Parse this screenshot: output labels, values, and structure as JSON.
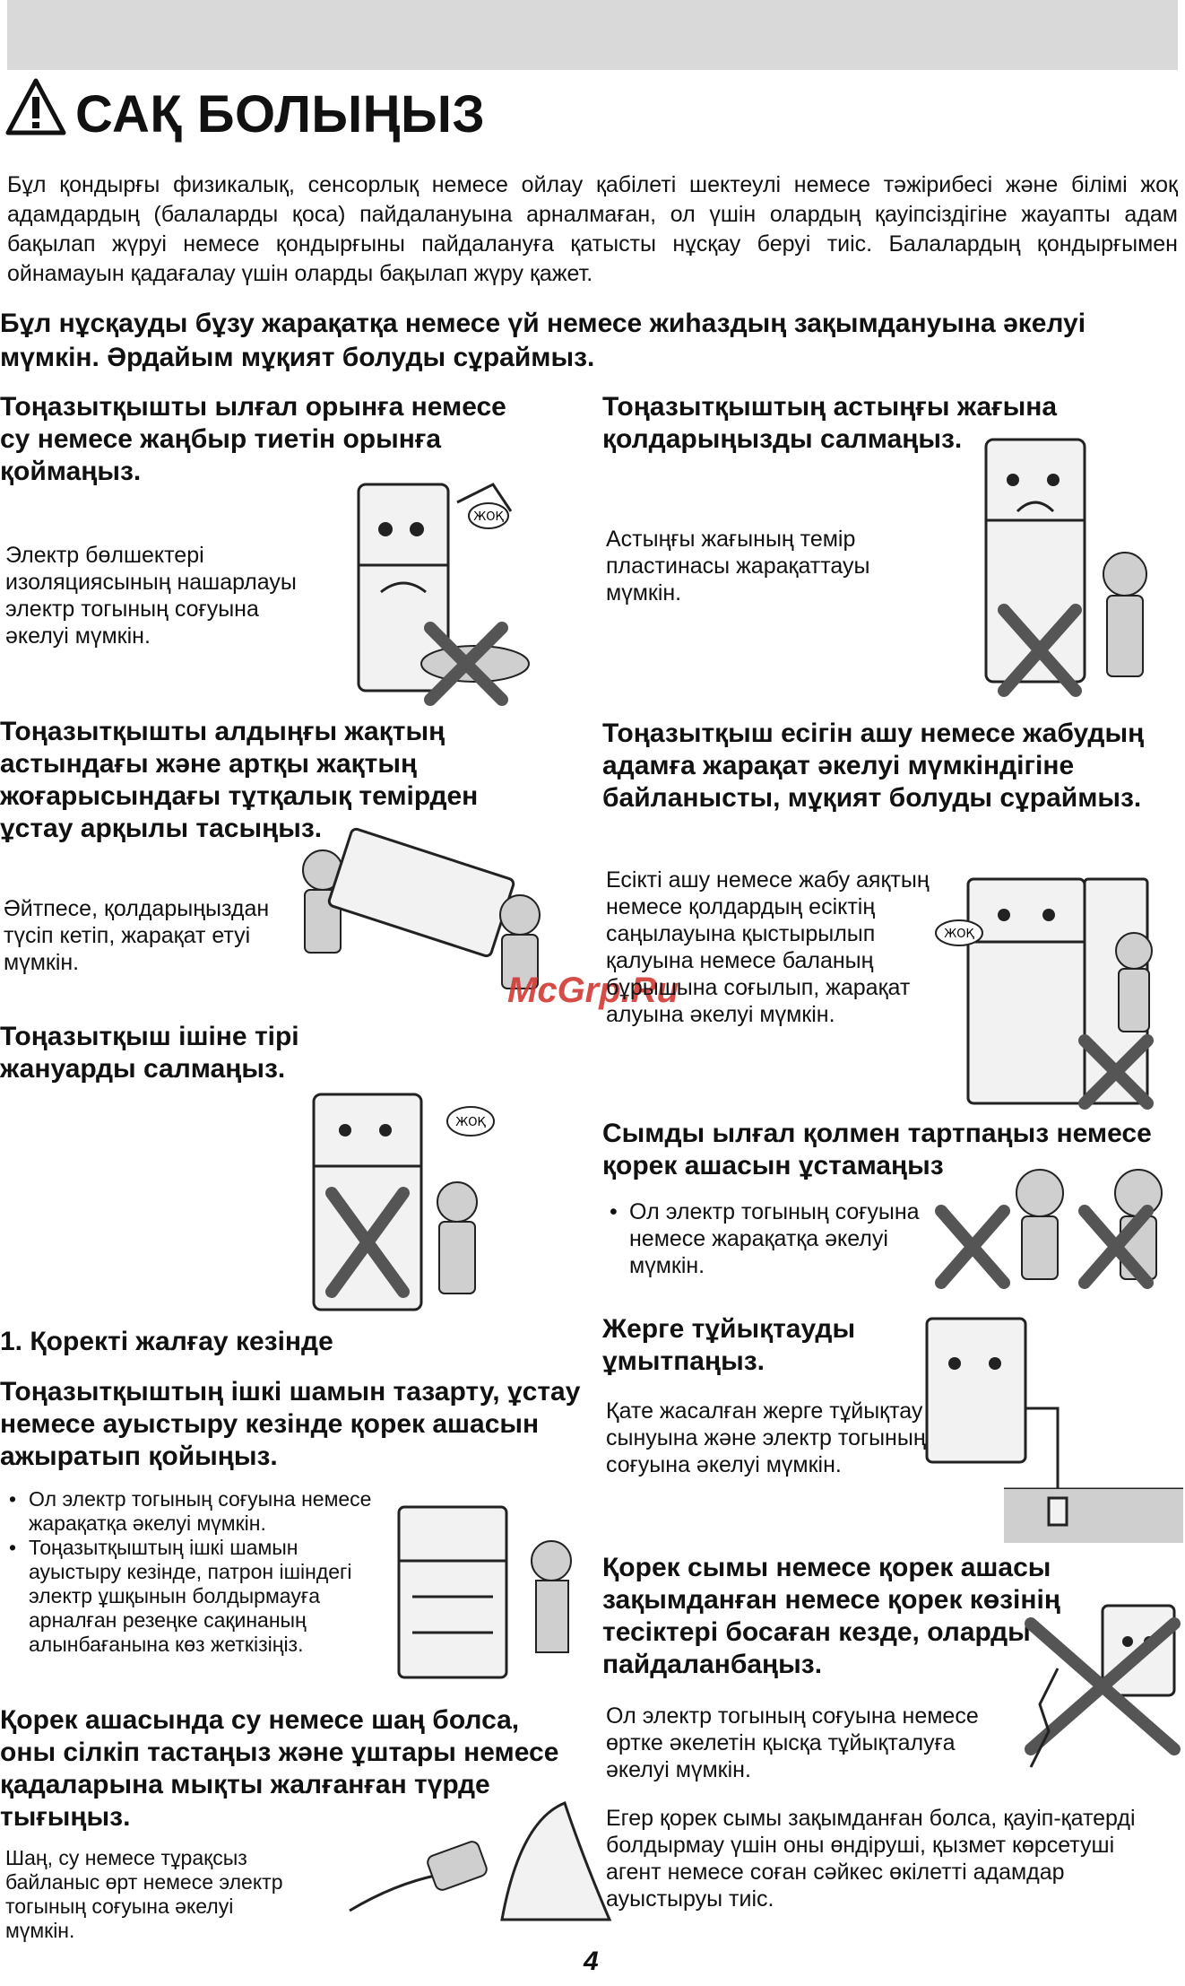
{
  "header": {
    "title": "САҚ БОЛЫҢЫЗ"
  },
  "intro": "Бұл қондырғы физикалық, сенсорлық немесе ойлау қабілеті шектеулі немесе тәжірибесі және білімі жоқ адамдардың (балаларды қоса) пайдалануына арналмаған, ол үшін олардың қауіпсіздігіне жауапты адам бақылап жүруі немесе қондырғыны пайдалануға қатысты нұсқау беруі тиіс. Балалардың қондырғымен ойнамауын қадағалау үшін оларды бақылап жүру қажет.",
  "bold_note": "Бұл нұсқауды бұзу жарақатқа немесе үй немесе жиһаздың зақымдануына әкелуі мүмкін. Әрдайым мұқият болуды сұраймыз.",
  "left": {
    "s1": {
      "heading": "Тоңазытқышты ылғал орынға немесе су немесе жаңбыр тиетін орынға қоймаңыз.",
      "text": "Электр бөлшектері изоляциясының нашарлауы электр тогының соғуына әкелуі мүмкін.",
      "badge": "ЖОҚ"
    },
    "s2": {
      "heading": "Тоңазытқышты алдыңғы жақтың астындағы және артқы жақтың жоғарысындағы тұтқалық темірден ұстау арқылы тасыңыз.",
      "text": "Әйтпесе, қолдарыңыздан түсіп кетіп, жарақат етуі мүмкін."
    },
    "s3": {
      "heading": "Тоңазытқыш ішіне тірі жануарды салмаңыз.",
      "badge": "ЖОҚ"
    },
    "s4": {
      "numbered": "1. Қоректі жалғау кезінде",
      "heading": "Тоңазытқыштың ішкі шамын тазарту, ұстау немесе ауыстыру кезінде қорек ашасын ажыратып қойыңыз.",
      "bullets": [
        "Ол электр тогының соғуына немесе жарақатқа әкелуі мүмкін.",
        "Тоңазытқыштың ішкі шамын ауыстыру кезінде, патрон ішіндегі электр ұшқынын болдырмауға арналған резеңке сақинаның алынбағанына көз жеткізіңіз."
      ]
    },
    "s5": {
      "heading": "Қорек ашасында су немесе шаң болса, оны сілкіп тастаңыз және ұштары немесе қадаларына мықты жалғанған түрде тығыңыз.",
      "text": "Шаң, су немесе тұрақсыз байланыс өрт немесе электр тогының соғуына әкелуі мүмкін."
    }
  },
  "right": {
    "s1": {
      "heading": "Тоңазытқыштың астыңғы жағына қолдарыңызды салмаңыз.",
      "text": "Астыңғы жағының темір пластинасы жарақаттауы мүмкін."
    },
    "s2": {
      "heading": "Тоңазытқыш есігін ашу немесе жабудың адамға жарақат әкелуі мүмкіндігіне байланысты, мұқият болуды сұраймыз.",
      "text": "Есікті ашу немесе жабу аяқтың немесе қолдардың есіктің саңылауына қыстырылып қалуына немесе баланың бұрышына соғылып, жарақат алуына әкелуі мүмкін.",
      "badge": "ЖОҚ"
    },
    "s3": {
      "heading": "Сымды ылғал қолмен тартпаңыз немесе қорек ашасын ұстамаңыз",
      "bullets": [
        "Ол электр тогының соғуына немесе жарақатқа әкелуі мүмкін."
      ]
    },
    "s4": {
      "heading": "Жерге тұйықтауды ұмытпаңыз.",
      "text": "Қате жасалған жерге тұйықтау сынуына және электр тогының соғуына әкелуі мүмкін."
    },
    "s5": {
      "heading": "Қорек сымы немесе қорек ашасы зақымданған немесе қорек көзінің тесіктері босаған кезде, оларды пайдаланбаңыз.",
      "text": "Ол электр тогының соғуына немесе өртке әкелетін қысқа тұйықталуға әкелуі мүмкін.",
      "text2": "Егер қорек сымы зақымданған болса, қауіп-қатерді болдырмау үшін оны өндіруші, қызмет көрсетуші агент немесе соған сәйкес өкілетті адамдар ауыстыруы тиіс."
    }
  },
  "watermark": "McGrp.Ru",
  "page_number": "4"
}
